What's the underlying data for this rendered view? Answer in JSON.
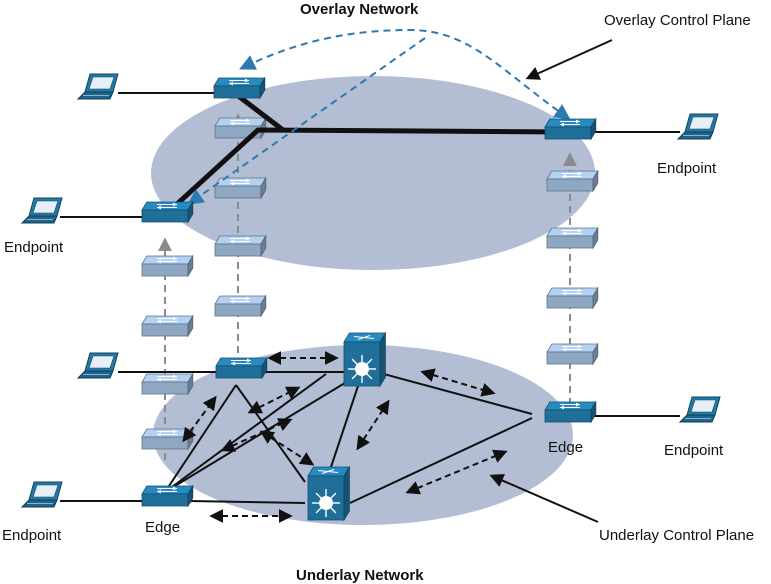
{
  "labels": {
    "overlay_title": "Overlay Network",
    "underlay_title": "Underlay Network",
    "overlay_control_plane": "Overlay Control Plane",
    "underlay_control_plane": "Underlay Control Plane",
    "endpoint": "Endpoint",
    "edge": "Edge"
  },
  "colors": {
    "ellipse": "#b3bdd4",
    "switch_solid": "#1f6f9a",
    "switch_ghost": "#8ea7c2",
    "overlay_dashed": "#2b7bb0",
    "vertical_dashed": "#8a8a8a",
    "link": "#000000"
  },
  "icons": {
    "switch": "layer2-switch-icon",
    "core": "layer3-core-switch-icon",
    "laptop": "laptop-icon"
  }
}
